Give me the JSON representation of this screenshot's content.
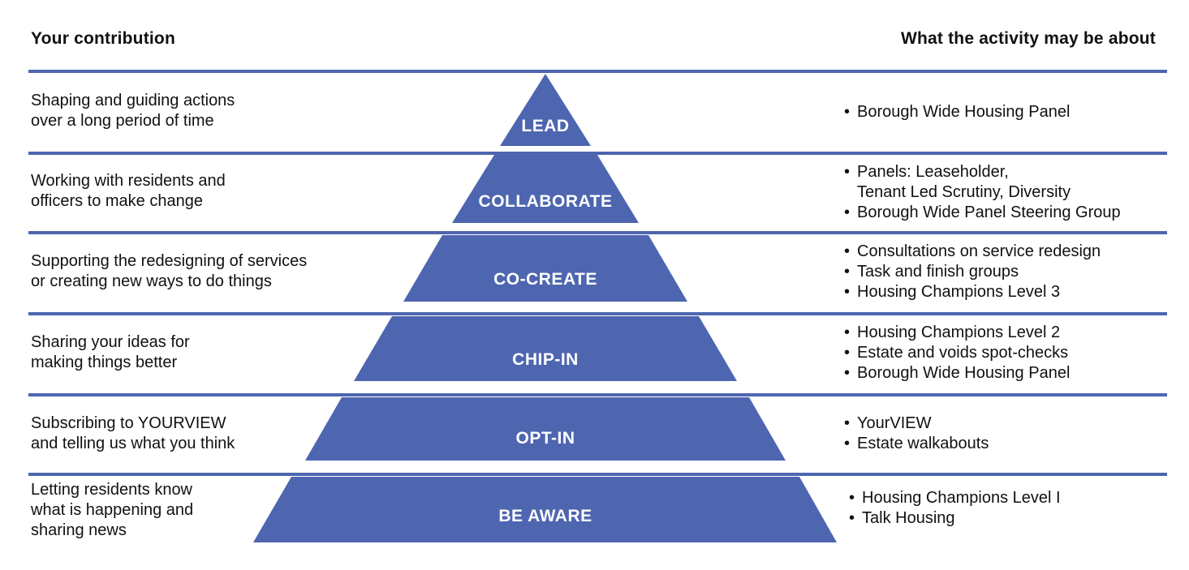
{
  "header": {
    "left": "Your contribution",
    "right": "What the activity may be about"
  },
  "colors": {
    "pyramid_fill": "#4e66b0",
    "divider": "#4e66b0",
    "text": "#111111",
    "label_text": "#ffffff"
  },
  "tiers": [
    {
      "label": "LEAD",
      "contribution": [
        "Shaping and guiding actions",
        "over a long period of time"
      ],
      "activities": [
        "Borough Wide Housing Panel"
      ]
    },
    {
      "label": "COLLABORATE",
      "contribution": [
        "Working with residents and",
        "officers to make change"
      ],
      "activities": [
        "Panels: Leaseholder,",
        "Tenant Led Scrutiny, Diversity",
        "Borough Wide Panel Steering Group"
      ]
    },
    {
      "label": "CO-CREATE",
      "contribution": [
        "Supporting the redesigning of services",
        "or creating new ways to do things"
      ],
      "activities": [
        "Consultations on service redesign",
        "Task and finish groups",
        "Housing Champions Level 3"
      ]
    },
    {
      "label": "CHIP-IN",
      "contribution": [
        "Sharing your ideas for",
        "making things better"
      ],
      "activities": [
        "Housing Champions Level 2",
        "Estate and voids spot-checks",
        "Borough Wide Housing Panel"
      ]
    },
    {
      "label": "OPT-IN",
      "contribution": [
        "Subscribing to YOURVIEW",
        "and telling us what you think"
      ],
      "activities": [
        "YourVIEW",
        "Estate walkabouts"
      ]
    },
    {
      "label": "BE AWARE",
      "contribution": [
        "Letting residents know",
        "what is happening and",
        "sharing news"
      ],
      "activities": [
        "Housing Champions Level I",
        "Talk Housing"
      ]
    }
  ]
}
